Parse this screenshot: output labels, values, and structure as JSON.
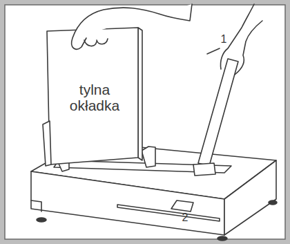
{
  "diagram": {
    "labels": [
      "tylna okładka",
      "1",
      "2"
    ]
  }
}
